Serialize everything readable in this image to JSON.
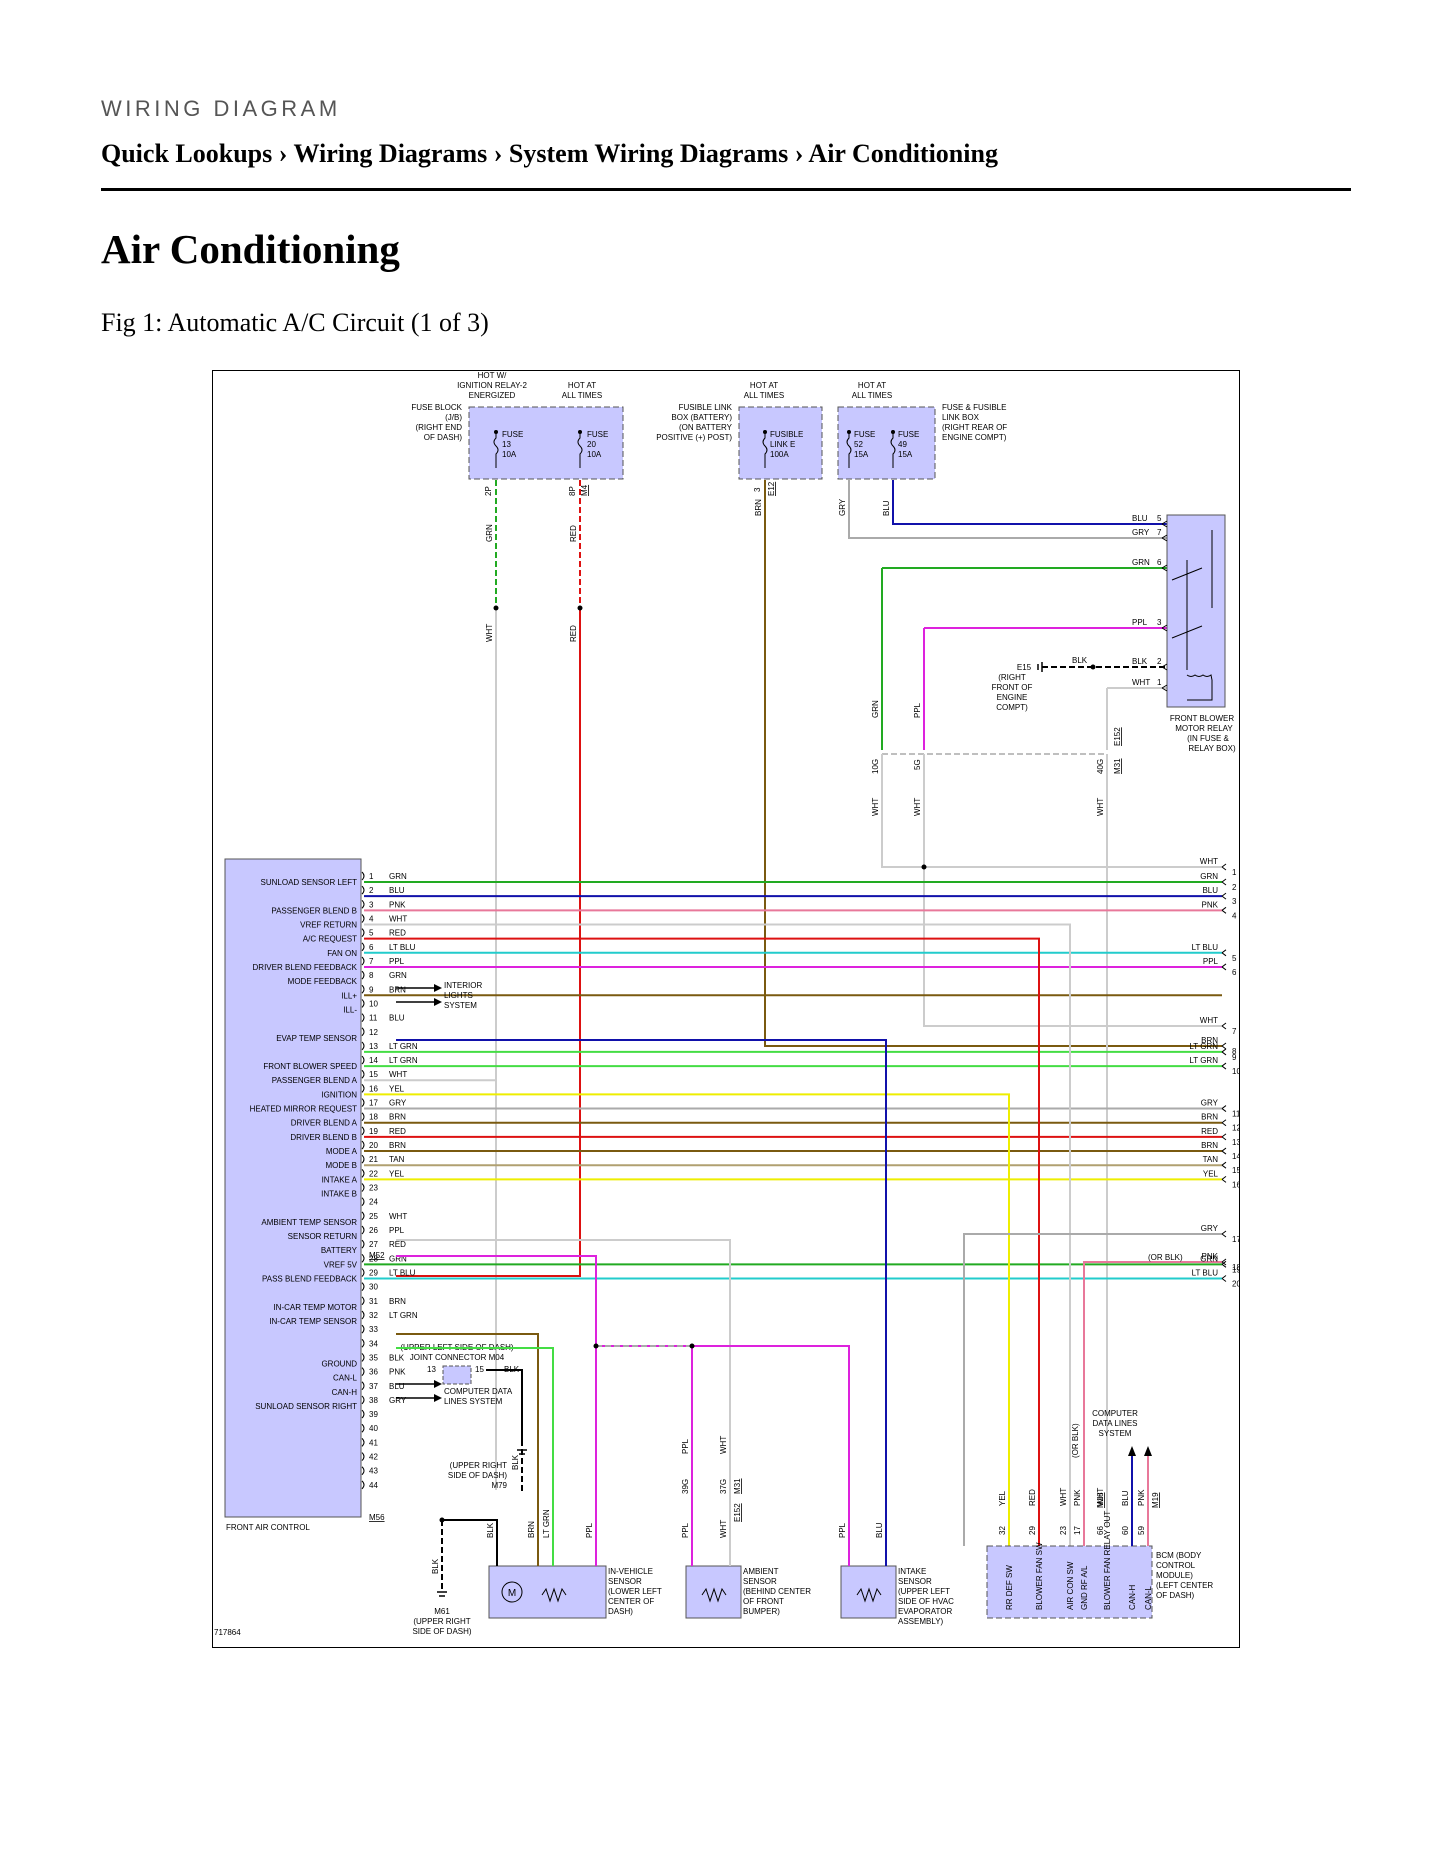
{
  "header": {
    "eyebrow": "WIRING DIAGRAM",
    "breadcrumb": [
      "Quick Lookups",
      "Wiring Diagrams",
      "System Wiring Diagrams",
      "Air Conditioning"
    ],
    "separator": " › "
  },
  "page_title": "Air Conditioning",
  "figure_caption": "Fig 1: Automatic A/C Circuit (1 of 3)",
  "diagram": {
    "id_number": "717864",
    "colors": {
      "component_fill": "#c8c8ff",
      "GRN": "#22aa22",
      "RED": "#dd1111",
      "BLU": "#1111aa",
      "PNK": "#e8789a",
      "LT BLU": "#22cccc",
      "PPL": "#dd22dd",
      "YEL": "#eeee00",
      "GRY": "#aaaaaa",
      "BRN": "#7a5a10",
      "TAN": "#b0a070",
      "LT GRN": "#44dd44",
      "WHT": "#cccccc",
      "BLK": "#000000"
    },
    "top": {
      "hot_ign": "HOT W/ IGNITION RELAY-2 ENERGIZED",
      "hot_all1": "HOT AT ALL TIMES",
      "hot_all2": "HOT AT ALL TIMES",
      "hot_all3": "HOT AT ALL TIMES",
      "fuse_block": "FUSE BLOCK (J/B) (RIGHT END OF DASH)",
      "fusible_box": "FUSIBLE LINK BOX (BATTERY) (ON BATTERY POSITIVE (+) POST)",
      "fuse_fusible": "FUSE & FUSIBLE LINK BOX (RIGHT REAR OF ENGINE COMPT)",
      "fuse13": "FUSE 13 10A",
      "fuse20": "FUSE 20 10A",
      "fusibleE": "FUSIBLE LINK E 100A",
      "fuse52": "FUSE 52 15A",
      "fuse49": "FUSE 49 15A",
      "pin_2p": "2P",
      "pin_8p": "8P",
      "conn_m4": "M4",
      "pin_3": "3",
      "conn_e12": "E12"
    },
    "relay": {
      "label": "FRONT BLOWER MOTOR RELAY (IN FUSE & RELAY BOX)",
      "ground": "E15 (RIGHT FRONT OF ENGINE COMPT)",
      "pins": [
        {
          "color": "BLU",
          "pin": "5"
        },
        {
          "color": "GRY",
          "pin": "7"
        },
        {
          "color": "GRN",
          "pin": "6"
        },
        {
          "color": "PPL",
          "pin": "3"
        },
        {
          "color": "BLK",
          "pin": "2"
        },
        {
          "color": "WHT",
          "pin": "1"
        }
      ],
      "blk": "BLK"
    },
    "mid_connectors": {
      "c10g": "10G",
      "c5g": "5G",
      "c40g": "40G",
      "e152": "E152",
      "m31": "M31"
    },
    "control_unit": {
      "name": "FRONT AIR CONTROL",
      "connector": "M56",
      "m52": "M52",
      "interior_lights": "INTERIOR LIGHTS SYSTEM",
      "computer_data": "COMPUTER DATA LINES SYSTEM",
      "joint_connector": "(UPPER LEFT SIDE OF DASH) JOINT CONNECTOR M04",
      "jc_pins": {
        "left": "13",
        "right": "15",
        "wire": "BLK"
      },
      "pins": [
        {
          "n": "1",
          "color": "GRN",
          "label": "SUNLOAD SENSOR LEFT"
        },
        {
          "n": "2",
          "color": "BLU",
          "label": ""
        },
        {
          "n": "3",
          "color": "PNK",
          "label": "PASSENGER BLEND B"
        },
        {
          "n": "4",
          "color": "WHT",
          "label": "VREF RETURN"
        },
        {
          "n": "5",
          "color": "RED",
          "label": "A/C REQUEST"
        },
        {
          "n": "6",
          "color": "LT BLU",
          "label": "FAN ON"
        },
        {
          "n": "7",
          "color": "PPL",
          "label": "DRIVER BLEND FEEDBACK"
        },
        {
          "n": "8",
          "color": "GRN",
          "label": "MODE FEEDBACK"
        },
        {
          "n": "9",
          "color": "BRN",
          "label": "ILL+"
        },
        {
          "n": "10",
          "color": "",
          "label": "ILL-"
        },
        {
          "n": "11",
          "color": "BLU",
          "label": ""
        },
        {
          "n": "12",
          "color": "",
          "label": "EVAP TEMP SENSOR"
        },
        {
          "n": "13",
          "color": "LT GRN",
          "label": ""
        },
        {
          "n": "14",
          "color": "LT GRN",
          "label": "FRONT BLOWER SPEED"
        },
        {
          "n": "15",
          "color": "WHT",
          "label": "PASSENGER BLEND A"
        },
        {
          "n": "16",
          "color": "YEL",
          "label": "IGNITION"
        },
        {
          "n": "17",
          "color": "GRY",
          "label": "HEATED MIRROR REQUEST"
        },
        {
          "n": "18",
          "color": "BRN",
          "label": "DRIVER BLEND A"
        },
        {
          "n": "19",
          "color": "RED",
          "label": "DRIVER BLEND B"
        },
        {
          "n": "20",
          "color": "BRN",
          "label": "MODE A"
        },
        {
          "n": "21",
          "color": "TAN",
          "label": "MODE B"
        },
        {
          "n": "22",
          "color": "YEL",
          "label": "INTAKE A"
        },
        {
          "n": "23",
          "color": "",
          "label": "INTAKE B"
        },
        {
          "n": "24",
          "color": "",
          "label": ""
        },
        {
          "n": "25",
          "color": "WHT",
          "label": "AMBIENT TEMP SENSOR"
        },
        {
          "n": "26",
          "color": "PPL",
          "label": "SENSOR RETURN"
        },
        {
          "n": "27",
          "color": "RED",
          "label": "BATTERY"
        },
        {
          "n": "28",
          "color": "GRN",
          "label": "VREF 5V"
        },
        {
          "n": "29",
          "color": "LT BLU",
          "label": "PASS BLEND FEEDBACK"
        },
        {
          "n": "30",
          "color": "",
          "label": ""
        },
        {
          "n": "31",
          "color": "BRN",
          "label": "IN-CAR TEMP MOTOR"
        },
        {
          "n": "32",
          "color": "LT GRN",
          "label": "IN-CAR TEMP SENSOR"
        },
        {
          "n": "33",
          "color": "",
          "label": ""
        },
        {
          "n": "34",
          "color": "",
          "label": ""
        },
        {
          "n": "35",
          "color": "BLK",
          "label": "GROUND"
        },
        {
          "n": "36",
          "color": "PNK",
          "label": "CAN-L"
        },
        {
          "n": "37",
          "color": "BLU",
          "label": "CAN-H"
        },
        {
          "n": "38",
          "color": "GRY",
          "label": "SUNLOAD SENSOR RIGHT"
        },
        {
          "n": "39",
          "color": "",
          "label": ""
        },
        {
          "n": "40",
          "color": "",
          "label": ""
        },
        {
          "n": "41",
          "color": "",
          "label": ""
        },
        {
          "n": "42",
          "color": "",
          "label": ""
        },
        {
          "n": "43",
          "color": "",
          "label": ""
        },
        {
          "n": "44",
          "color": "",
          "label": ""
        }
      ]
    },
    "right_side": [
      {
        "color": "WHT",
        "n": "1"
      },
      {
        "color": "GRN",
        "n": "2"
      },
      {
        "color": "BLU",
        "n": "3"
      },
      {
        "color": "PNK",
        "n": "4"
      },
      {
        "color": "LT BLU",
        "n": "5"
      },
      {
        "color": "PPL",
        "n": "6"
      },
      {
        "color": "WHT",
        "n": "7"
      },
      {
        "color": "BRN",
        "n": "8"
      },
      {
        "color": "LT GRN",
        "n": "9"
      },
      {
        "color": "LT GRN",
        "n": "10"
      },
      {
        "color": "GRY",
        "n": "11"
      },
      {
        "color": "BRN",
        "n": "12"
      },
      {
        "color": "RED",
        "n": "13"
      },
      {
        "color": "BRN",
        "n": "14"
      },
      {
        "color": "TAN",
        "n": "15"
      },
      {
        "color": "YEL",
        "n": "16"
      },
      {
        "color": "GRY",
        "n": "17"
      },
      {
        "color": "PNK",
        "n": "18"
      },
      {
        "color": "GRN",
        "n": "19"
      },
      {
        "color": "LT BLU",
        "n": "20"
      }
    ],
    "or_blk": "(OR BLK)",
    "m79": "(UPPER RIGHT SIDE OF DASH) M79",
    "m61": "M61 (UPPER RIGHT SIDE OF DASH)",
    "sensors": {
      "incar": "IN-VEHICLE SENSOR (LOWER LEFT CENTER OF DASH)",
      "ambient": "AMBIENT SENSOR (BEHIND CENTER OF FRONT BUMPER)",
      "intake": "INTAKE SENSOR (UPPER LEFT SIDE OF HVAC EVAPORATOR ASSEMBLY)",
      "pin_39g": "39G",
      "pin_37g": "37G",
      "motor": "M"
    },
    "bcm": {
      "name": "BCM (BODY CONTROL MODULE) (LEFT CENTER OF DASH)",
      "computer_data": "COMPUTER DATA LINES SYSTEM",
      "m18": "M18",
      "m19": "M19",
      "pins": [
        {
          "wire": "YEL",
          "n": "32",
          "label": "RR DEF SW"
        },
        {
          "wire": "RED",
          "n": "29",
          "label": "BLOWER FAN SW"
        },
        {
          "wire": "WHT",
          "n": "23",
          "label": "AIR CON SW"
        },
        {
          "wire": "PNK",
          "n": "17",
          "label": "GND RF A/L"
        },
        {
          "wire": "WHT",
          "n": "66",
          "label": "BLOWER FAN RELAY OUT"
        },
        {
          "wire": "BLU",
          "n": "60",
          "label": "CAN-H"
        },
        {
          "wire": "PNK",
          "n": "59",
          "label": "CAN-L"
        }
      ]
    }
  }
}
